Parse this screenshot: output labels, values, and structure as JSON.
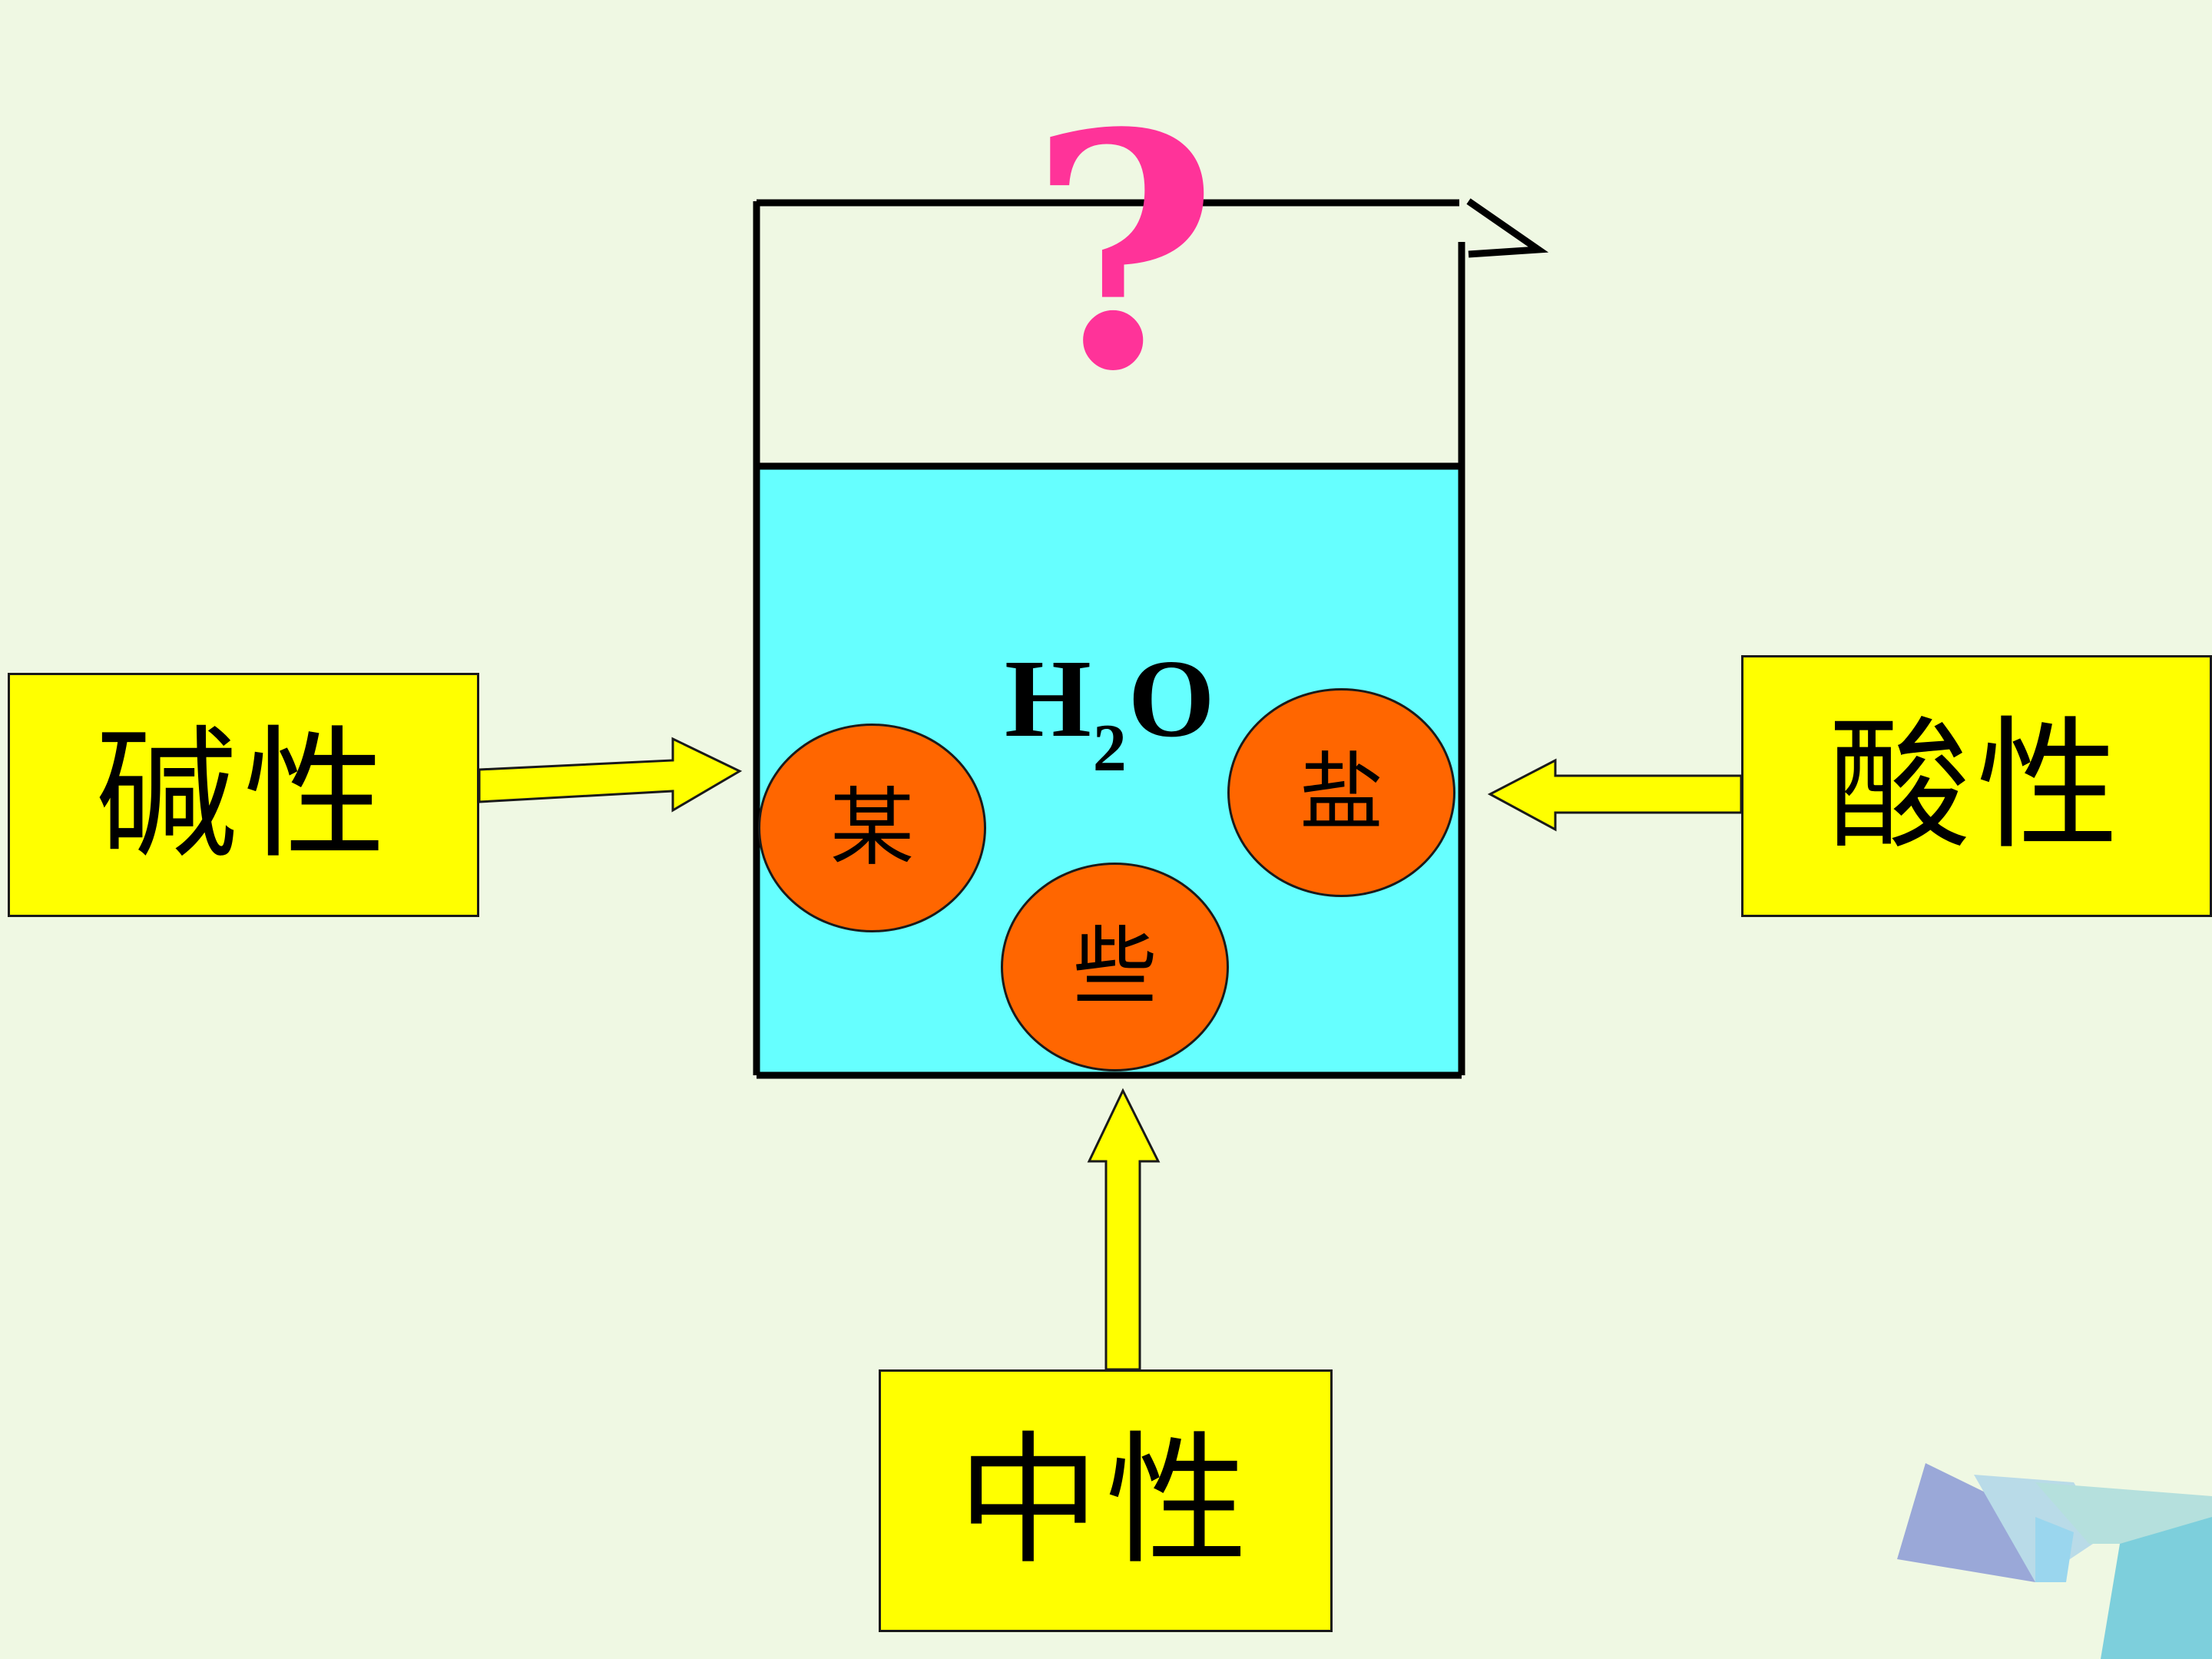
{
  "diagram": {
    "question_mark": "?",
    "beaker": {
      "solvent": {
        "main1": "H",
        "subscript": "2",
        "main2": "O"
      },
      "particles": [
        "某",
        "盐",
        "些"
      ]
    },
    "labels": {
      "left": "碱性",
      "right": "酸性",
      "bottom": "中性"
    },
    "colors": {
      "background": "#eff8e3",
      "water": "#66ffff",
      "particle": "#ff6600",
      "label_box": "#ffff00",
      "arrow": "#ffff00",
      "question_mark": "#ff3399"
    }
  }
}
